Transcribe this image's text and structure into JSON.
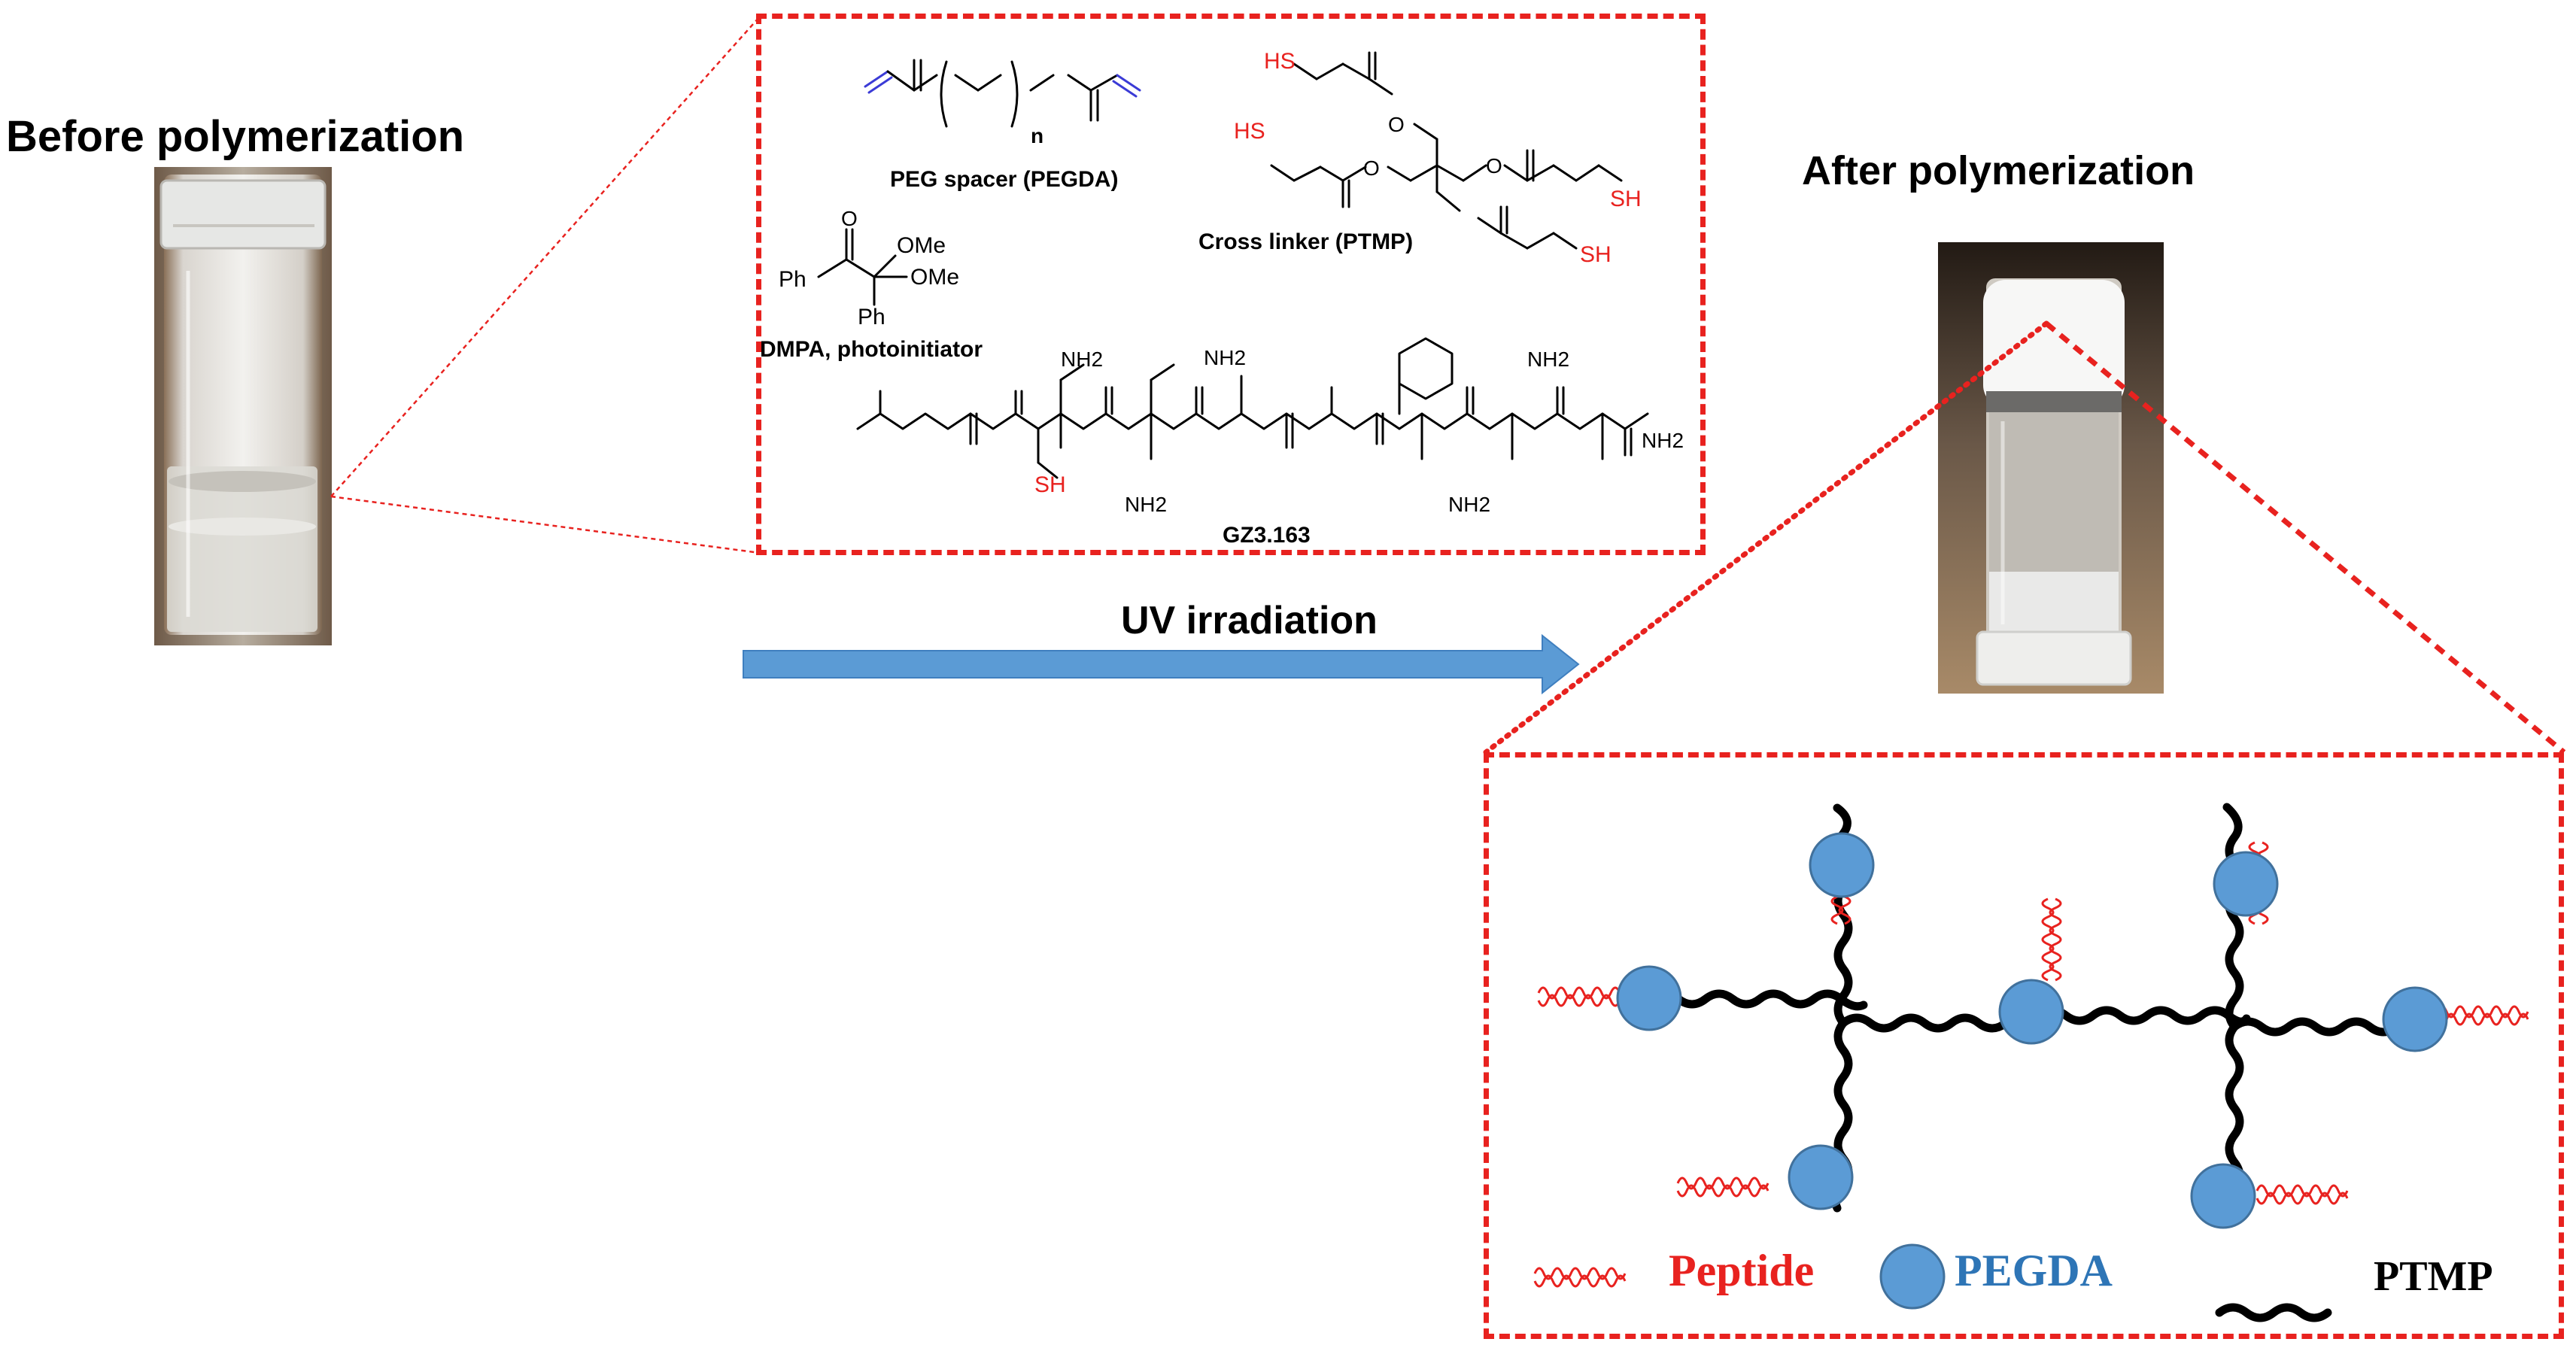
{
  "titles": {
    "before": "Before polymerization",
    "after": "After polymerization",
    "uv": "UV irradiation"
  },
  "chem": {
    "peg_label": "PEG spacer (PEGDA)",
    "peg_n": "n",
    "ptmp_label": "Cross linker (PTMP)",
    "dmpa_label": "DMPA, photoinitiator",
    "peptide_name": "GZ3.163",
    "sh": "SH",
    "hs": "HS",
    "ome": "OMe",
    "ph": "Ph",
    "o": "O",
    "n_atom": "N",
    "h_atom": "H",
    "nh2": "NH2",
    "nh2_sub": "2"
  },
  "legend": {
    "peptide": "Peptide",
    "pegda": "PEGDA",
    "ptmp": "PTMP"
  },
  "colors": {
    "dashed_red": "#e8221f",
    "arrow_blue": "#5b9bd5",
    "node_blue": "#5b9bd5",
    "peptide_red": "#e8221f",
    "pegda_text_blue": "#2e75b6",
    "ptmp_black": "#000000",
    "vinyl_blue": "#3b3bd6"
  }
}
